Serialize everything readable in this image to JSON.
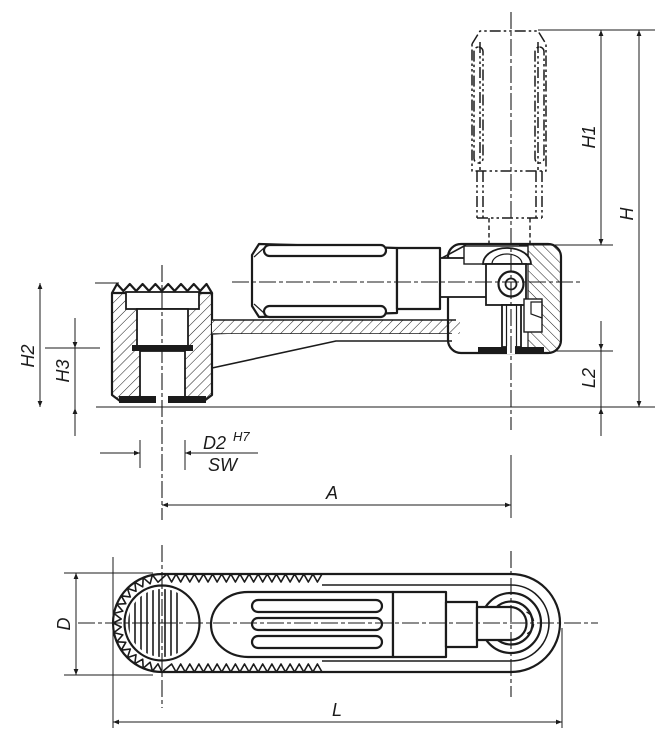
{
  "drawing": {
    "kind": "technical-drawing-crank-handle",
    "dimension_labels": {
      "h1": "H1",
      "h": "H",
      "h2": "H2",
      "h3": "H3",
      "l2": "L2",
      "d2": "D2",
      "d2_tolerance": "H7",
      "sw": "SW",
      "a": "A",
      "d": "D",
      "l": "L"
    },
    "colors": {
      "line": "#1b1b1b",
      "background": "#ffffff"
    }
  }
}
